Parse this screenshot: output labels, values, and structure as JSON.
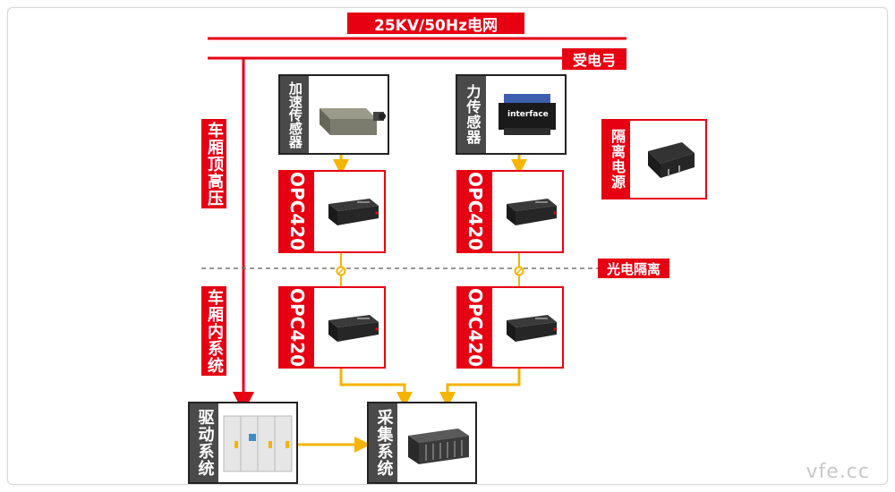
{
  "grid": {
    "label": "25KV/50Hz电网"
  },
  "pantograph": {
    "label": "受电弓"
  },
  "isolation": {
    "label": "光电隔离"
  },
  "sections": {
    "roof": "车厢顶高压",
    "interior": "车厢内系统"
  },
  "sensors": {
    "accel": "加速传感器",
    "force": "力传感器",
    "force_brand": "interface"
  },
  "power": {
    "label": "隔离电源"
  },
  "opc": {
    "top_left": "OPC420",
    "top_right": "OPC420",
    "bottom_left": "OPC420",
    "bottom_right": "OPC420"
  },
  "drive": {
    "label": "驱动系统"
  },
  "daq": {
    "label": "采集系统"
  },
  "watermark": "vfe.cc",
  "colors": {
    "red": "#e60012",
    "yellow": "#f5b400",
    "dark": "#4a4a4a"
  }
}
